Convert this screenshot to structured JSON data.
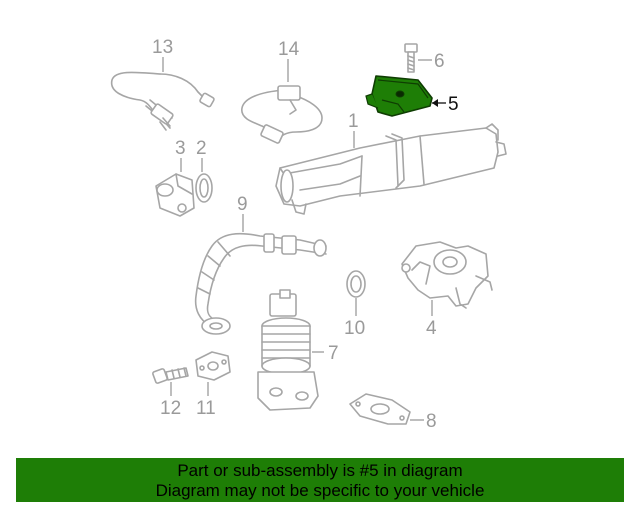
{
  "diagram": {
    "callouts": [
      {
        "id": "c13",
        "label": "13"
      },
      {
        "id": "c14",
        "label": "14"
      },
      {
        "id": "c6",
        "label": "6"
      },
      {
        "id": "c5",
        "label": "5",
        "highlighted": true
      },
      {
        "id": "c1",
        "label": "1"
      },
      {
        "id": "c3",
        "label": "3"
      },
      {
        "id": "c2",
        "label": "2"
      },
      {
        "id": "c9",
        "label": "9"
      },
      {
        "id": "c10",
        "label": "10"
      },
      {
        "id": "c4",
        "label": "4"
      },
      {
        "id": "c7",
        "label": "7"
      },
      {
        "id": "c12",
        "label": "12"
      },
      {
        "id": "c11",
        "label": "11"
      },
      {
        "id": "c8",
        "label": "8"
      }
    ],
    "highlight_color": "#1e7e06",
    "line_color": "#a6a6a6"
  },
  "banner": {
    "line1": "Part or sub-assembly is #5 in diagram",
    "line2": "Diagram may not be specific to your vehicle",
    "color": "#1e7e06"
  }
}
